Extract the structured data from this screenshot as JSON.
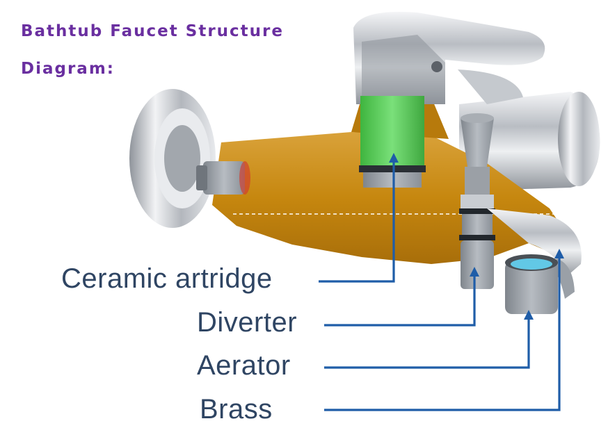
{
  "title": {
    "line1": "Bathtub Faucet Structure",
    "line2": "Diagram:"
  },
  "labels": {
    "ceramic": "Ceramic artridge",
    "diverter": "Diverter",
    "aerator": "Aerator",
    "brass": "Brass"
  },
  "colors": {
    "title": "#6a2fa0",
    "label": "#2f4563",
    "leader": "#1f5da8",
    "brass_body": "#c98a12",
    "cartridge": "#5fd35f",
    "chrome": "#c9ccd1"
  }
}
